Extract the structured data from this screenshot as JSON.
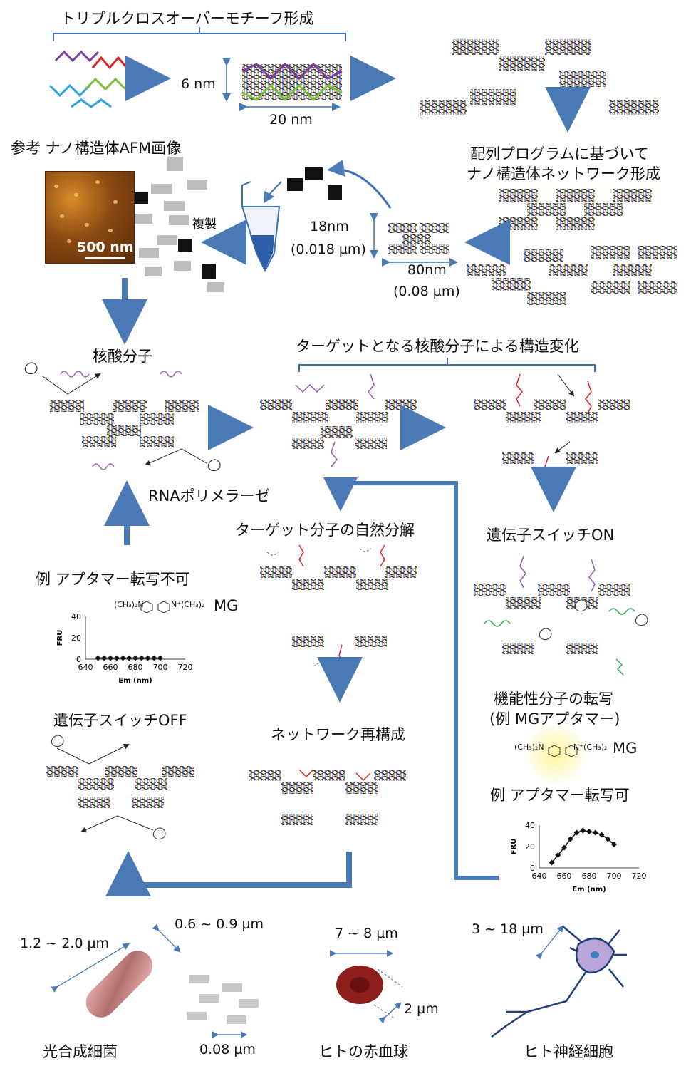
{
  "titles": {
    "triple_crossover": "トリプルクロスオーバーモチーフ形成",
    "reference_afm": "参考 ナノ構造体AFM画像",
    "network_line1": "配列プログラムに基づいて",
    "network_line2": "ナノ構造体ネットワーク形成",
    "nucleic_acid": "核酸分子",
    "target_change": "ターゲットとなる核酸分子による構造変化",
    "rna_polymerase": "RNAポリメラーゼ",
    "target_decay": "ターゲット分子の自然分解",
    "switch_on": "遺伝子スイッチON",
    "example_no": "例 アプタマー転写不可",
    "switch_off": "遺伝子スイッチOFF",
    "network_rebuild": "ネットワーク再構成",
    "functional_line1": "機能性分子の転写",
    "functional_line2": "(例 MGアプタマー)",
    "example_yes": "例 アプタマー転写可",
    "replicate": "複製"
  },
  "dims": {
    "height_6nm": "6 nm",
    "width_20nm": "20 nm",
    "h18": "18nm",
    "h18um": "(0.018 µm)",
    "w80": "80nm",
    "w80um": "(0.08 µm)",
    "afm_scale": "500 nm"
  },
  "molecule": {
    "formula_left": "(CH₃)₂N",
    "formula_right": "N⁺(CH₃)₂",
    "label": "MG"
  },
  "scale_bottom": {
    "bacterium_len": "1.2 ~ 2.0 µm",
    "bacterium_width": "0.6 ~ 0.9 µm",
    "nano": "0.08 µm",
    "rbc_diam": "7 ~ 8 µm",
    "rbc_thick": "2 µm",
    "neuron": "3 ~ 18 µm",
    "label_bacterium": "光合成細菌",
    "label_rbc": "ヒトの赤血球",
    "label_neuron": "ヒト神経細胞"
  },
  "chart_data": [
    {
      "type": "scatter",
      "title": "",
      "xlabel": "Em (nm)",
      "ylabel": "FRU",
      "xticks": [
        "640",
        "660",
        "680",
        "700",
        "720"
      ],
      "yticks": [
        "0",
        "20",
        "40"
      ],
      "xlim": [
        640,
        720
      ],
      "ylim": [
        0,
        40
      ],
      "x": [
        650,
        655,
        660,
        665,
        670,
        675,
        680,
        685,
        690,
        695,
        700
      ],
      "y": [
        1,
        1,
        1,
        1,
        1,
        1,
        1,
        1,
        1,
        1,
        1
      ]
    },
    {
      "type": "line",
      "title": "",
      "xlabel": "Em (nm)",
      "ylabel": "FRU",
      "xticks": [
        "640",
        "660",
        "680",
        "700",
        "720"
      ],
      "yticks": [
        "0",
        "20",
        "40"
      ],
      "xlim": [
        640,
        720
      ],
      "ylim": [
        0,
        40
      ],
      "x": [
        650,
        655,
        660,
        665,
        670,
        675,
        680,
        685,
        690,
        695,
        700
      ],
      "y": [
        5,
        12,
        19,
        27,
        33,
        35,
        34,
        33,
        31,
        27,
        22
      ]
    }
  ]
}
